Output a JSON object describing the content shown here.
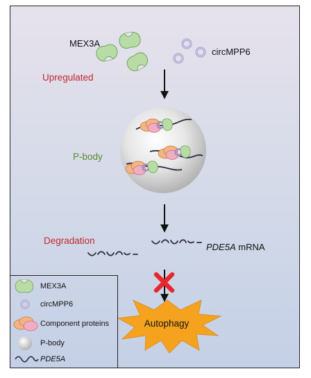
{
  "labels": {
    "mex3a": "MEX3A",
    "circmpp6": "circMPP6",
    "upregulated": "Upregulated",
    "pbody": "P-body",
    "degradation": "Degradation",
    "pde5a_gene": "PDE5A",
    "mrna": "mRNA",
    "autophagy": "Autophagy"
  },
  "legend": {
    "items": [
      {
        "icon": "green-protein-icon",
        "label": "MEX3A",
        "italic": false
      },
      {
        "icon": "purple-ring-icon",
        "label": "circMPP6",
        "italic": false
      },
      {
        "icon": "component-proteins-icon",
        "label": "Component proteins",
        "italic": false
      },
      {
        "icon": "p-body-sphere-icon",
        "label": "P-body",
        "italic": false
      },
      {
        "icon": "rna-squiggle-icon",
        "label": "PDE5A",
        "italic": true
      }
    ]
  },
  "colors": {
    "label_red": "#c0282d",
    "label_green": "#5a8a2e",
    "mex3a_green": "#b9dca6",
    "circ_purple": "#b9b2d6",
    "component_orange": "#f4b585",
    "component_pink": "#f2aec0",
    "autophagy_orange": "#f5a31f",
    "inhibit_red": "#e8262b"
  }
}
